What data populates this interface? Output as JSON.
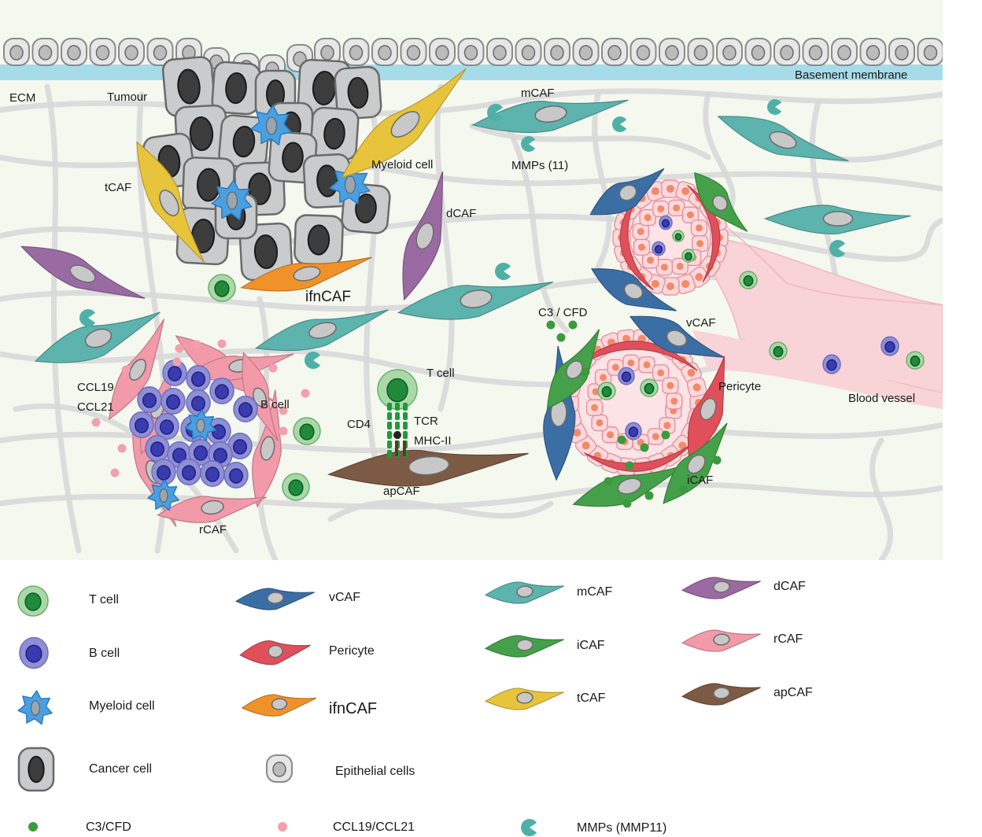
{
  "labels": {
    "basement_membrane": "Basement membrane",
    "ecm": "ECM",
    "tumour": "Tumour",
    "tcaf": "tCAF",
    "myeloid_cell": "Myeloid cell",
    "mcaf": "mCAF",
    "mmps": "MMPs (11)",
    "dcaf": "dCAF",
    "ifncaf": "ifnCAF",
    "c3_cfd": "C3 / CFD",
    "vcaf": "vCAF",
    "pericyte": "Pericyte",
    "blood_vessel": "Blood vessel",
    "icaf": "iCAF",
    "t_cell": "T cell",
    "cd4": "CD4",
    "tcr": "TCR",
    "mhc2": "MHC-II",
    "apcaf": "apCAF",
    "ccl19": "CCL19",
    "ccl21": "CCL21",
    "b_cell": "B cell",
    "rcaf": "rCAF"
  },
  "legend": [
    {
      "key": "t_cell",
      "label": "T cell"
    },
    {
      "key": "b_cell",
      "label": "B cell"
    },
    {
      "key": "myeloid",
      "label": "Myeloid cell"
    },
    {
      "key": "cancer",
      "label": "Cancer cell"
    },
    {
      "key": "c3",
      "label": "C3/CFD"
    },
    {
      "key": "vcaf",
      "label": "vCAF"
    },
    {
      "key": "pericyte",
      "label": "Pericyte"
    },
    {
      "key": "ifncaf",
      "label": "ifnCAF"
    },
    {
      "key": "epithelial",
      "label": "Epithelial cells"
    },
    {
      "key": "ccl",
      "label": "CCL19/CCL21"
    },
    {
      "key": "mcaf",
      "label": "mCAF"
    },
    {
      "key": "icaf",
      "label": "iCAF"
    },
    {
      "key": "tcaf",
      "label": "tCAF"
    },
    {
      "key": "mmps",
      "label": "MMPs (MMP11)"
    },
    {
      "key": "dcaf",
      "label": "dCAF"
    },
    {
      "key": "rcaf",
      "label": "rCAF"
    },
    {
      "key": "apcaf",
      "label": "apCAF"
    }
  ],
  "colors": {
    "background": "#f4f8ef",
    "basement_membrane": "#a6dcea",
    "ecm_fiber": "#d8d8d8",
    "vcaf": "#3b6ea5",
    "pericyte": "#e0505a",
    "ifncaf": "#f0922a",
    "mcaf": "#5db3ad",
    "icaf": "#45a04a",
    "tcaf": "#e8c43c",
    "dcaf": "#9a6aa2",
    "rcaf": "#f29aaa",
    "apcaf": "#7d5a44",
    "t_cell": "#a9d9a9",
    "b_cell": "#8f8fd6",
    "myeloid": "#4a9fe0",
    "cancer": "#c9cbcd",
    "epithelial": "#e7e7e7",
    "blood_vessel": "#f8d3d8",
    "c3": "#3b9a3e",
    "ccl": "#f2a0ae"
  }
}
